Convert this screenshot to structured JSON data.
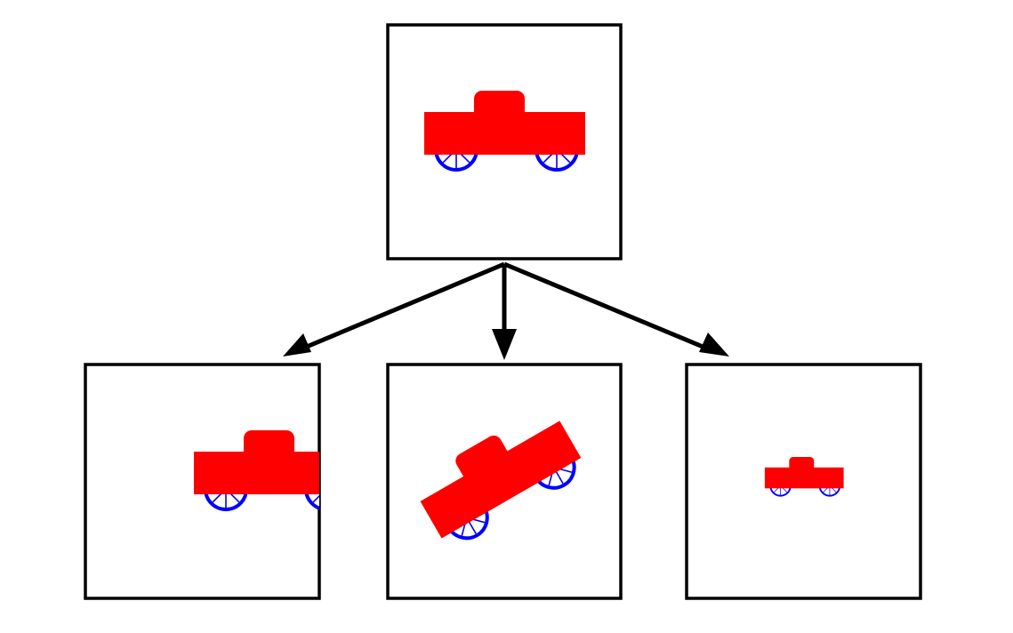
{
  "colors": {
    "background": "#ffffff",
    "frame": "#000000",
    "arrow": "#000000",
    "truck_body": "#ff0000",
    "wheel": "#0000ff"
  },
  "icons": {
    "vehicle": "truck-icon",
    "wheel": "wheel-icon"
  },
  "diagram": {
    "source": {
      "transform": "original"
    },
    "outputs": [
      {
        "transform": "translation"
      },
      {
        "transform": "rotation",
        "angle_deg": -30
      },
      {
        "transform": "scaling",
        "scale": 0.5
      }
    ]
  }
}
